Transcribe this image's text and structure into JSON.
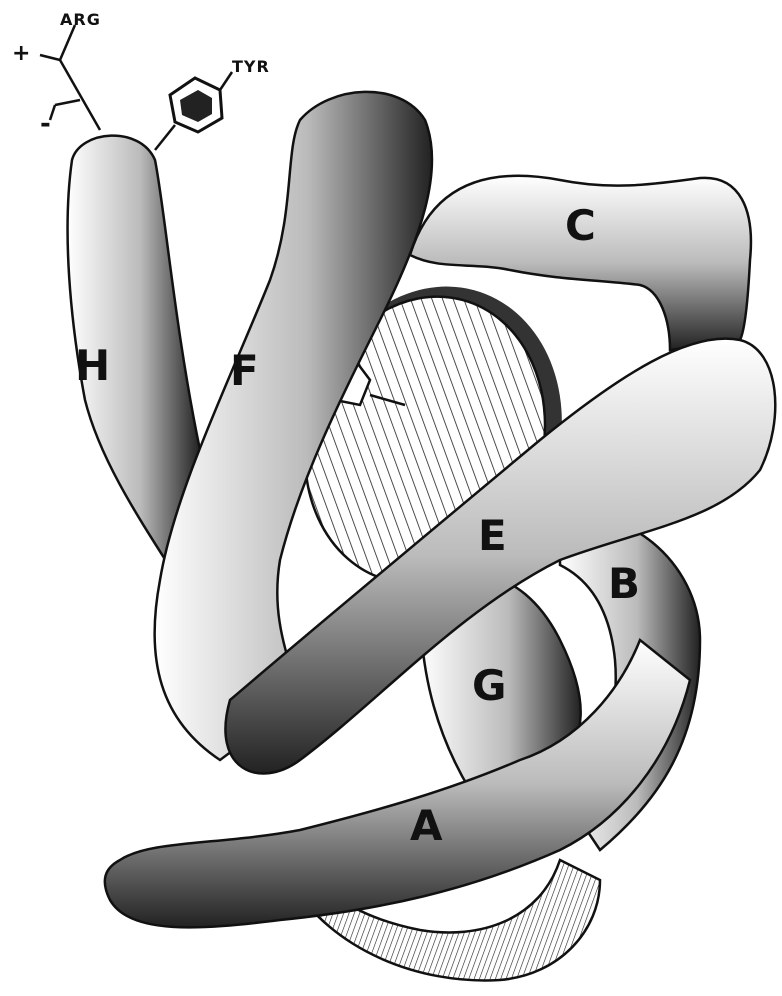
{
  "helices": [
    {
      "id": "A",
      "label": "A"
    },
    {
      "id": "B",
      "label": "B"
    },
    {
      "id": "C",
      "label": "C"
    },
    {
      "id": "E",
      "label": "E"
    },
    {
      "id": "F",
      "label": "F"
    },
    {
      "id": "G",
      "label": "G"
    },
    {
      "id": "H",
      "label": "H"
    }
  ],
  "residues": {
    "arg": "ARG",
    "tyr": "TYR",
    "plus": "+",
    "minus": "-"
  },
  "colors": {
    "ink": "#111111",
    "paper": "#ffffff",
    "shade": "#2a2a2a"
  }
}
